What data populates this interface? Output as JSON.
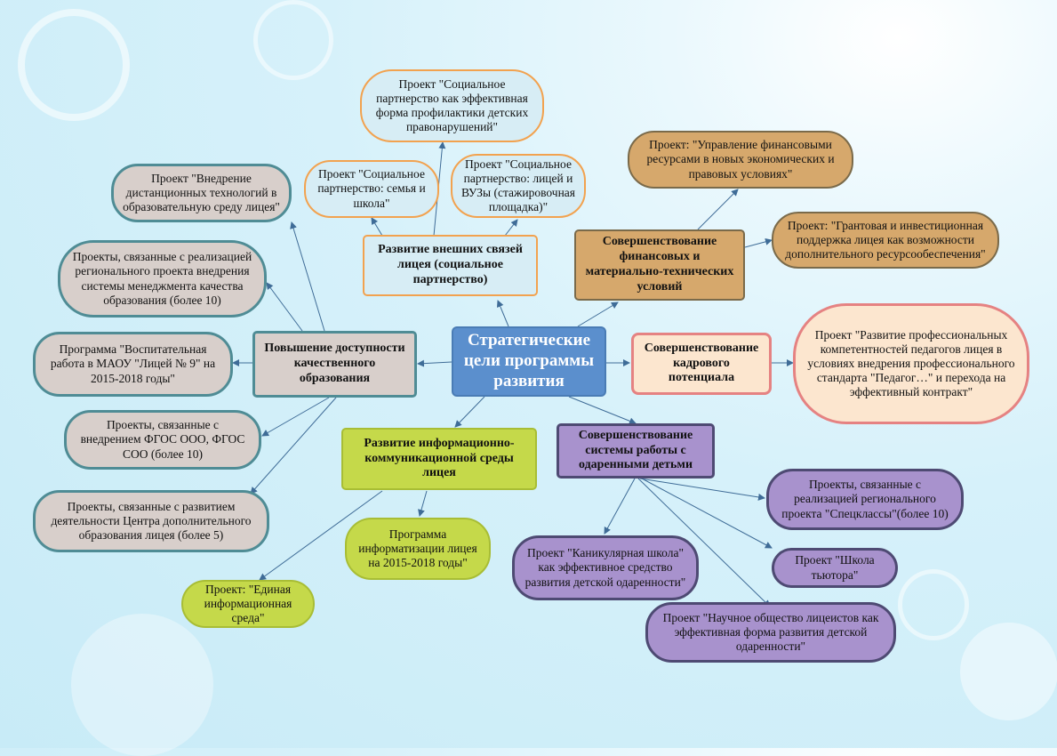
{
  "center": "Стратегические цели программы развития",
  "goals": {
    "external": "Развитие внешних связей лицея (социальное партнерство)",
    "finance": "Совершенствование финансовых и материально-технических условий",
    "staff": "Совершенствование кадрового потенциала",
    "gifted": "Совершенствование системы работы с одаренными детьми",
    "ict": "Развитие информационно-коммуникационной среды лицея",
    "access": "Повышение доступности качественного образования"
  },
  "projects": {
    "ext_prevention": "Проект \"Социальное партнерство как эффективная форма профилактики детских правонарушений\"",
    "ext_family": "Проект \"Социальное партнерство: семья и школа\"",
    "ext_univ": "Проект \"Социальное партнерство: лицей и ВУЗы (стажировочная площадка)\"",
    "fin_manage": "Проект: \"Управление финансовыми ресурсами в новых экономических и правовых условиях\"",
    "fin_grant": "Проект: \"Грантовая и инвестиционная поддержка лицея как возможности дополнительного ресурсообеспечения\"",
    "staff_prof": "Проект \"Развитие профессиональных компетентностей педагогов лицея в условиях внедрения профессионального стандарта \"Педагог…\" и перехода на эффективный контракт\"",
    "gift_special": "Проекты, связанные с реализацией регионального проекта \"Спецклассы\"(более 10)",
    "gift_tutor": "Проект \"Школа тьютора\"",
    "gift_society": "Проект \"Научное общество лицеистов как эффективная форма развития детской одаренности\"",
    "gift_holiday": "Проект \"Каникулярная школа\" как эффективное средство развития детской одаренности\"",
    "ict_program": "Программа информатизации лицея на 2015-2018 годы\"",
    "ict_single": "Проект: \"Единая информационная среда\"",
    "acc_distance": "Проект \"Внедрение дистанционных технологий в образовательную среду лицея\"",
    "acc_quality": "Проекты, связанные с реализацией регионального проекта внедрения системы менеджмента качества образования (более 10)",
    "acc_upbringing": "Программа \"Воспитательная работа в МАОУ \"Лицей № 9\" на 2015-2018 годы\"",
    "acc_fgos": "Проекты, связанные с внедрением ФГОС ООО, ФГОС СОО (более 10)",
    "acc_center": "Проекты, связанные с развитием деятельности Центра дополнительного образования лицея (более 5)"
  }
}
